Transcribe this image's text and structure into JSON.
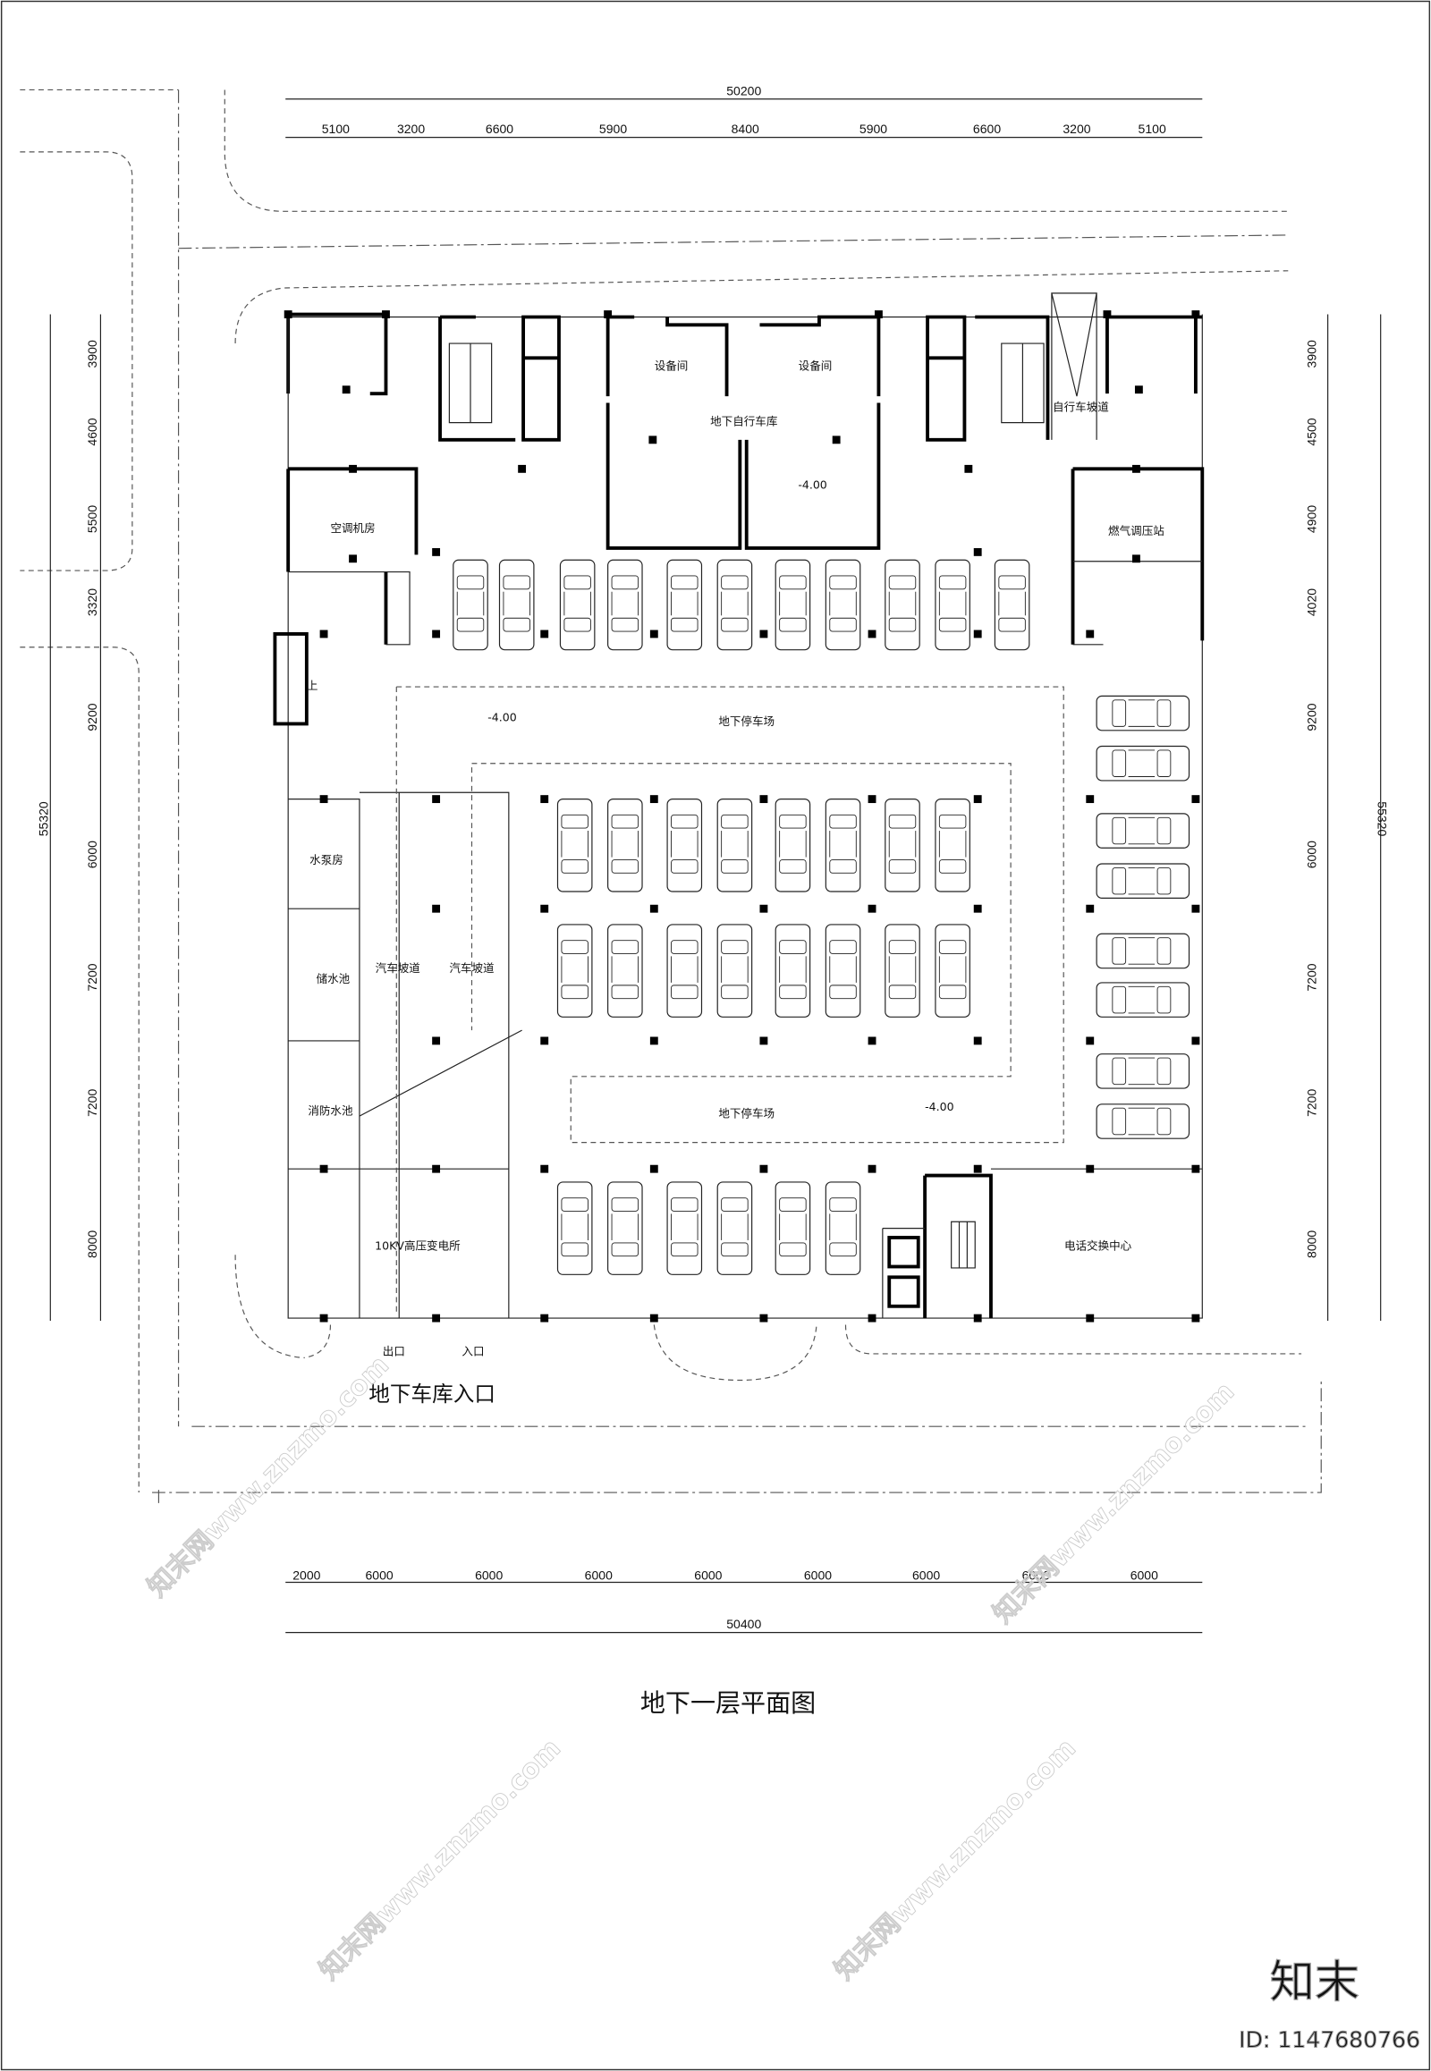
{
  "drawing": {
    "title": "地下一层平面图",
    "entrance_title": "地下车库入口",
    "top_total": "50200",
    "top_dims": [
      "5100",
      "3200",
      "6600",
      "5900",
      "8400",
      "5900",
      "6600",
      "3200",
      "5100"
    ],
    "left_total": "55320",
    "left_dims": [
      "3900",
      "4600",
      "5500",
      "3320",
      "9200",
      "6000",
      "7200",
      "7200",
      "8000"
    ],
    "right_total": "55320",
    "right_dims": [
      "3900",
      "4500",
      "4900",
      "4020",
      "9200",
      "6000",
      "7200",
      "7200",
      "8000"
    ],
    "bottom_total": "50400",
    "bottom_dims": [
      "2000",
      "6000",
      "6000",
      "6000",
      "6000",
      "6000",
      "6000",
      "6000",
      "6000"
    ],
    "rooms": {
      "equipment_1": "设备间",
      "equipment_2": "设备间",
      "bike_garage": "地下自行车库",
      "bike_level": "-4.00",
      "bike_ramp": "自行车坡道",
      "ac_room": "空调机房",
      "gas_station": "燃气调压站",
      "parking_1": "地下停车场",
      "parking_1_level": "-4.00",
      "parking_2": "地下停车场",
      "parking_2_level": "-4.00",
      "pump_room": "水泵房",
      "water_tank": "储水池",
      "fire_tank": "消防水池",
      "ramp_1": "汽车坡道",
      "ramp_2": "汽车坡道",
      "substation": "10KV高压变电所",
      "telecom": "电话交换中心",
      "exit": "出口",
      "entry": "入口"
    },
    "stair_up": "上"
  },
  "watermark": {
    "text": "知末网www.znzmo.com",
    "logo": "知末",
    "id": "ID: 1147680766"
  }
}
